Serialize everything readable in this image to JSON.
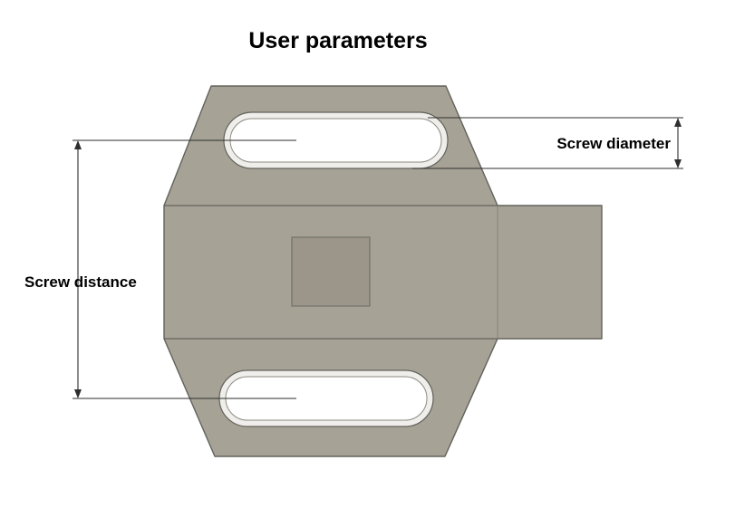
{
  "title": "User parameters",
  "diagram": {
    "labels": {
      "screw_diameter": "Screw diameter",
      "screw_distance": "Screw distance"
    }
  },
  "colors": {
    "body": "#a7a296",
    "body-outline": "#62625c",
    "block": "#9c968a",
    "block-outline": "#72706a",
    "hole": "#ffffff",
    "chamfer": "#efeeea",
    "dimension": "#2e2e2e",
    "background": "#ffffff"
  }
}
